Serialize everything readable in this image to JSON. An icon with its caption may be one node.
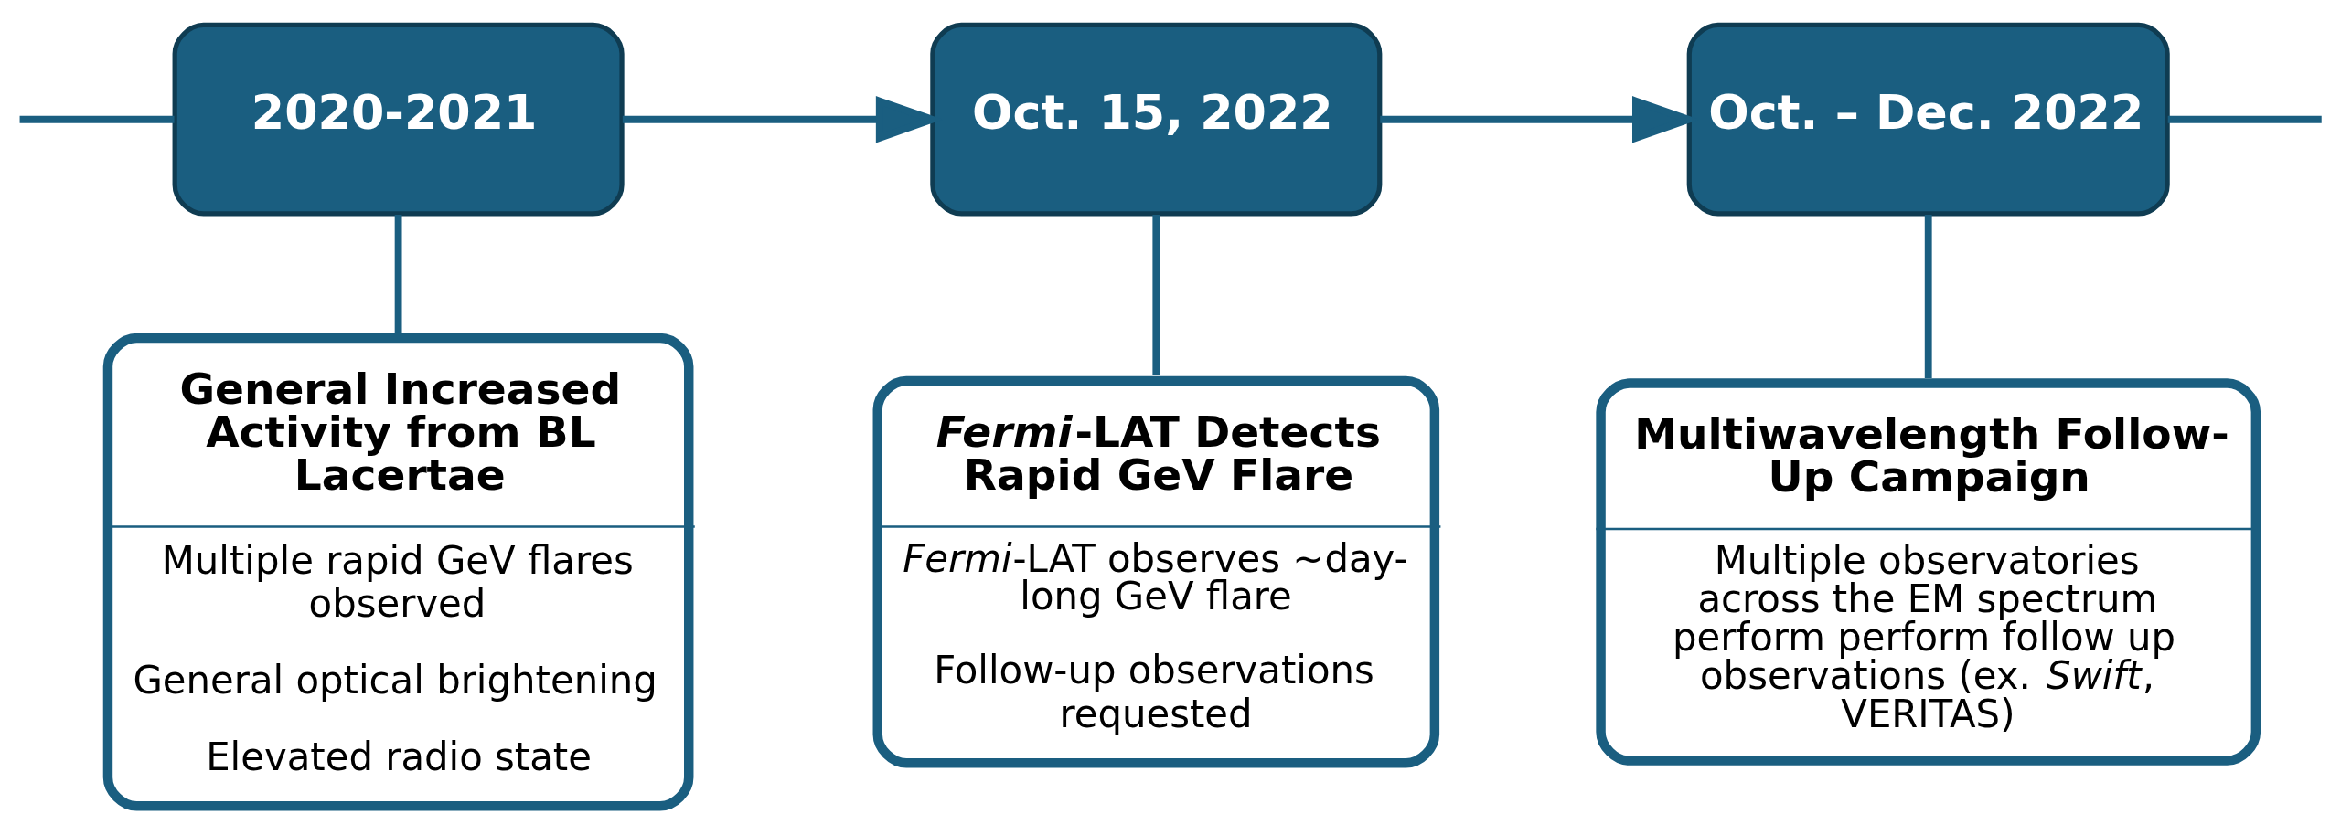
{
  "diagram": {
    "nodes": [
      {
        "text": [
          "2020-2021"
        ]
      },
      {
        "text": [
          "Oct. 15, 2022"
        ]
      },
      {
        "text": [
          "Oct. – Dec. 2022"
        ]
      },
      {
        "text": [
          "General Increased Activity from BL Lacertae",
          "Multiple rapid GeV flares observed",
          "General optical brightening",
          "Elevated radio state"
        ]
      },
      {
        "text": [
          "*Fermi*-LAT Detects Rapid GeV Flare",
          "*Fermi*-LAT observes ~day-long GeV flare",
          "Follow-up observations requested"
        ]
      },
      {
        "text": [
          "Multiwavelength Follow-Up Campaign",
          "Multiple observatories across the EM spectrum perform perform follow up observations (ex. *Swift*, VERITAS)"
        ]
      }
    ],
    "edges": [
      {
        "from": null,
        "to": 0,
        "arrow": "none"
      },
      {
        "from": 0,
        "to": 1,
        "arrow": "to"
      },
      {
        "from": 1,
        "to": 2,
        "arrow": "to"
      },
      {
        "from": 2,
        "to": null,
        "arrow": "none"
      },
      {
        "from": 0,
        "to": 3,
        "arrow": "none"
      },
      {
        "from": 1,
        "to": 4,
        "arrow": "none"
      },
      {
        "from": 2,
        "to": 5,
        "arrow": "none"
      }
    ]
  }
}
